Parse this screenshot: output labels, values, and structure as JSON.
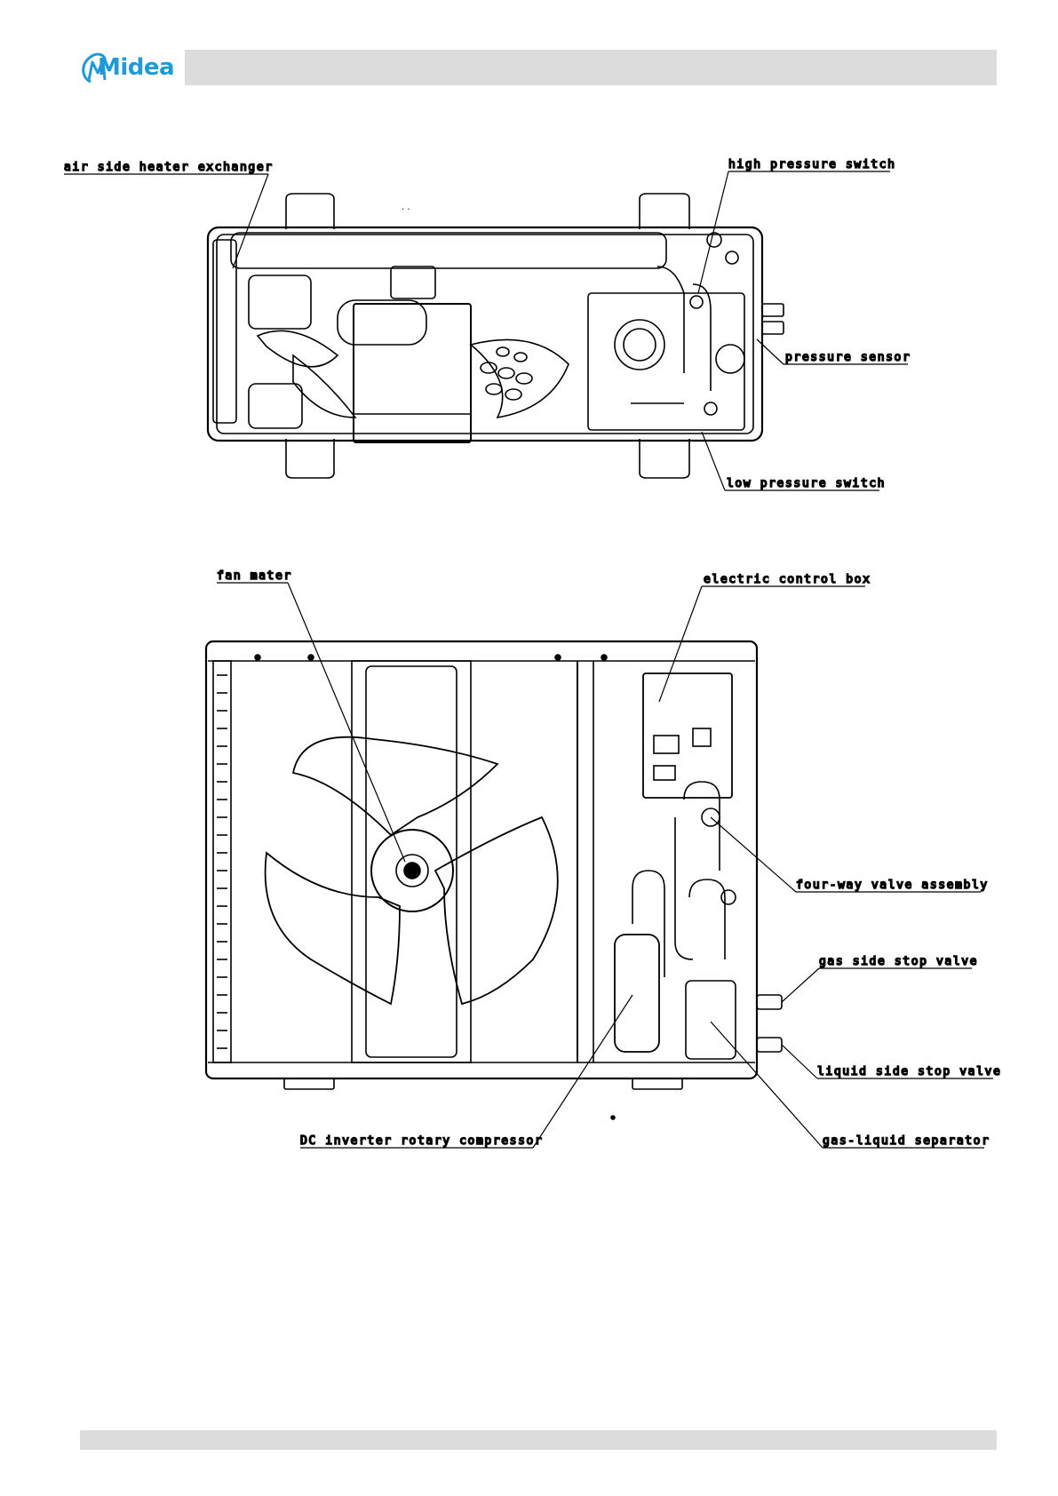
{
  "brand": {
    "name": "Midea",
    "color": "#1e9bd7"
  },
  "top_view_labels": {
    "air_side_heat_exchanger": "air side heater exchanger",
    "high_pressure_switch": "high pressure switch",
    "pressure_sensor": "pressure sensor",
    "low_pressure_switch": "low pressure switch"
  },
  "front_view_labels": {
    "fan_motor": "fan mater",
    "electric_control_box": "electric control box",
    "four_way_valve": "four-way valve assembly",
    "gas_stop_valve": "gas side stop valve",
    "liquid_stop_valve": "liquid side stop valve",
    "compressor": "DC inverter rotary compressor",
    "separator": "gas-liquid separator"
  }
}
